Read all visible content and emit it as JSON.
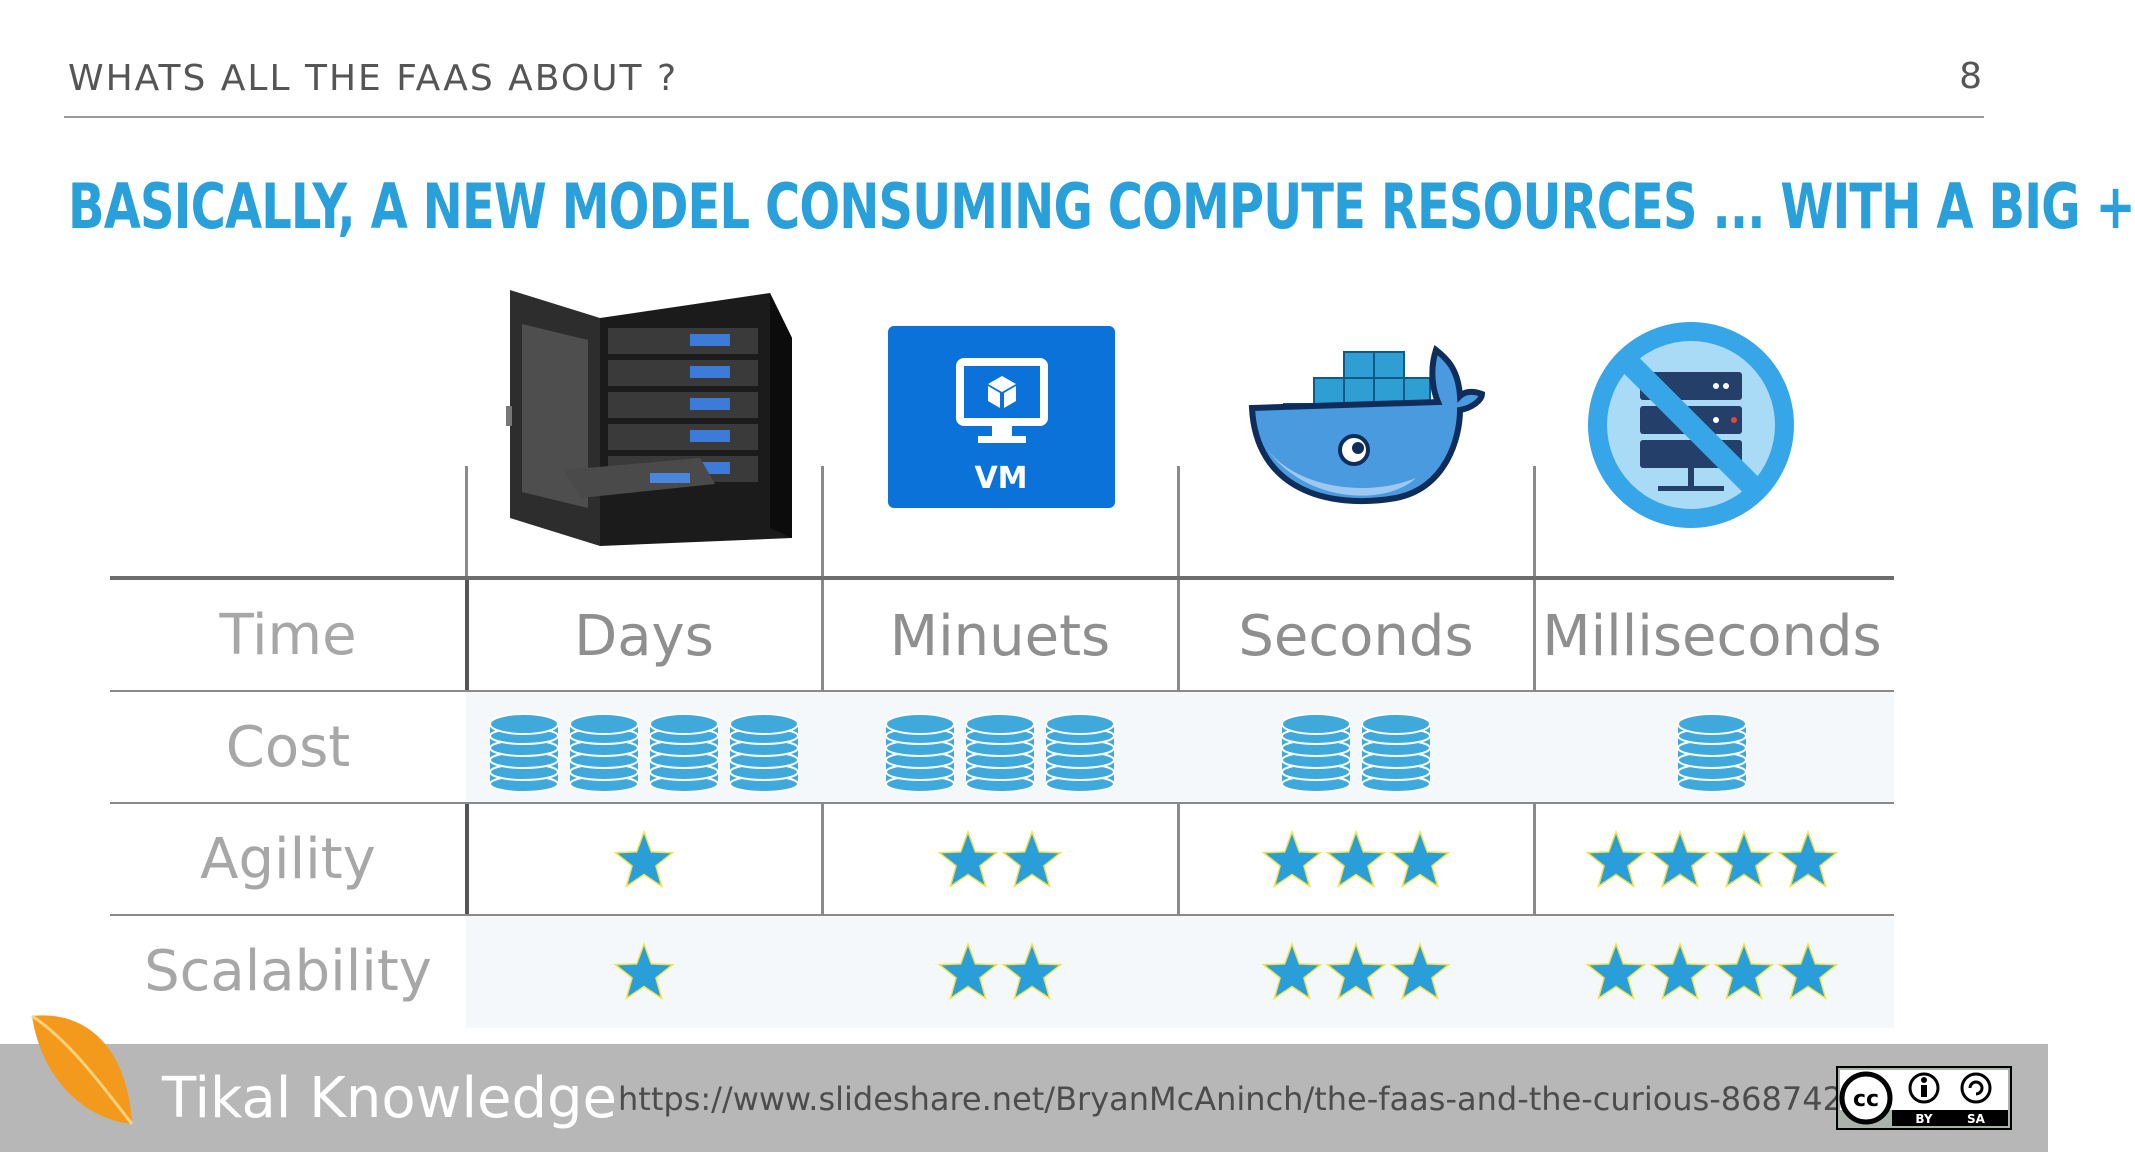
{
  "header": {
    "section_title": "WHATS ALL THE FAAS ABOUT ?",
    "page_number": "8"
  },
  "title": "BASICALLY, A NEW MODEL CONSUMING COMPUTE RESOURCES ... WITH A BIG +",
  "columns": [
    {
      "icon": "server-cabinet-icon"
    },
    {
      "icon": "vm-icon",
      "icon_label": "VM"
    },
    {
      "icon": "docker-whale-icon"
    },
    {
      "icon": "no-server-icon"
    }
  ],
  "rows": [
    {
      "label": "Time",
      "values": [
        "Days",
        "Minuets",
        "Seconds",
        "Milliseconds"
      ]
    },
    {
      "label": "Cost",
      "coins": [
        4,
        3,
        2,
        1
      ]
    },
    {
      "label": "Agility",
      "stars": [
        1,
        2,
        3,
        4
      ]
    },
    {
      "label": "Scalability",
      "stars": [
        1,
        2,
        3,
        4
      ]
    }
  ],
  "footer": {
    "brand": "Tikal Knowledge",
    "url": "https://www.slideshare.net/BryanMcAninch/the-faas-and-the-curious-86874211",
    "license_by": "BY",
    "license_sa": "SA"
  },
  "colors": {
    "accent": "#29a0da",
    "coin": "#3fa9db",
    "star": "#2a9ed8"
  }
}
